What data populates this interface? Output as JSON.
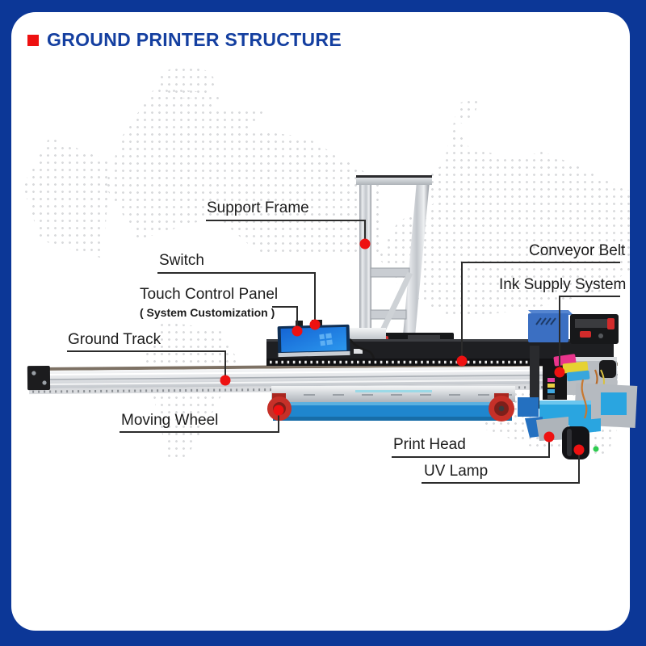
{
  "header": {
    "title": "GROUND PRINTER STRUCTURE",
    "bullet_color": "#ee1111",
    "title_color": "#143fa0"
  },
  "diagram": {
    "subject": "ground printer machine with part callouts",
    "callout_dot_color": "#ee1111",
    "callout_line_color": "#2b2b2b",
    "labels": [
      {
        "id": "support-frame",
        "text": "Support Frame"
      },
      {
        "id": "switch",
        "text": "Switch"
      },
      {
        "id": "touch-control-panel",
        "text": "Touch Control Panel",
        "subtext": "( System Customization )"
      },
      {
        "id": "ground-track",
        "text": "Ground Track"
      },
      {
        "id": "moving-wheel",
        "text": "Moving Wheel"
      },
      {
        "id": "conveyor-belt",
        "text": "Conveyor Belt"
      },
      {
        "id": "ink-supply-system",
        "text": "Ink Supply System"
      },
      {
        "id": "print-head",
        "text": "Print Head"
      },
      {
        "id": "uv-lamp",
        "text": "UV Lamp"
      }
    ]
  },
  "colors": {
    "page_background": "#0c3797",
    "card_background": "#ffffff",
    "map_dot": "#d9dadc",
    "label_text": "#1c1c1c",
    "machine": {
      "aluminum": "#d6d9dd",
      "black_beam": "#1e1f22",
      "panel_screen": "#1e7ee0",
      "blue_beam": "#1f86ce",
      "wheel_red": "#c63028",
      "ink_magenta": "#e8348c",
      "ink_yellow": "#e6d232",
      "ink_cyan": "#38a6dd",
      "carriage_blue": "#2aa5e0",
      "uv_lamp_black": "#131316"
    }
  }
}
